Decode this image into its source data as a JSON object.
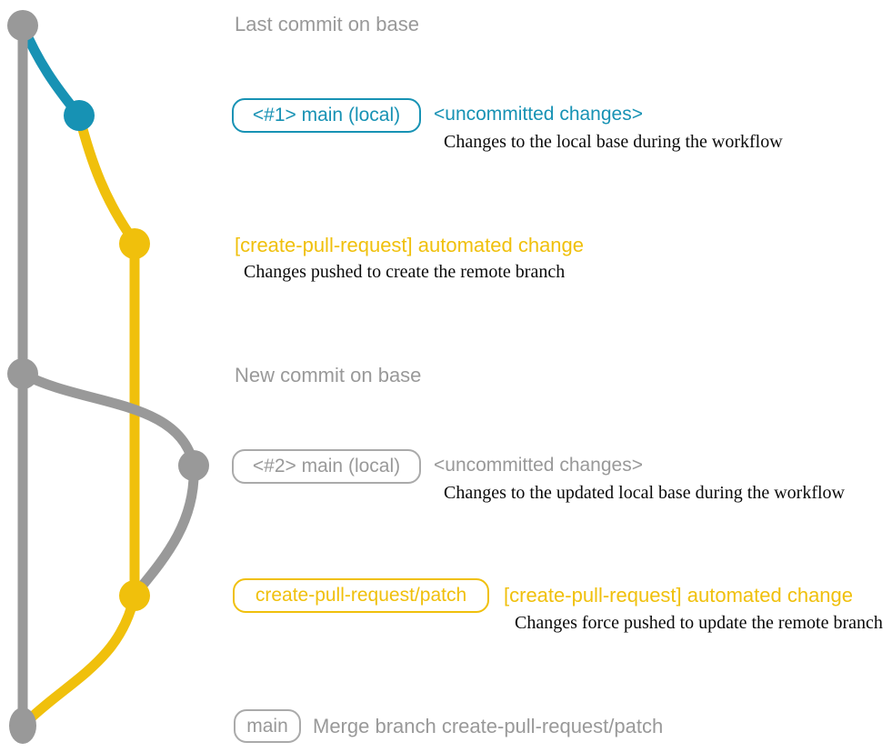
{
  "colors": {
    "gray": "#999999",
    "blue": "#1792b4",
    "yellow": "#f0c00c",
    "text_dark": "#0a0a0a",
    "background": "#ffffff"
  },
  "graph": {
    "type": "git-graph",
    "branches": [
      {
        "name": "base",
        "color": "#999999"
      },
      {
        "name": "local-main-1",
        "color": "#1792b4"
      },
      {
        "name": "create-pull-request-patch",
        "color": "#f0c00c"
      },
      {
        "name": "local-main-2",
        "color": "#999999"
      }
    ],
    "nodes": [
      {
        "id": "last-commit-on-base",
        "branch": "base",
        "color": "#999999"
      },
      {
        "id": "main-local-1",
        "branch": "local-main-1",
        "color": "#1792b4"
      },
      {
        "id": "automated-change-1",
        "branch": "create-pull-request-patch",
        "color": "#f0c00c"
      },
      {
        "id": "new-commit-on-base",
        "branch": "base",
        "color": "#999999"
      },
      {
        "id": "main-local-2",
        "branch": "local-main-2",
        "color": "#999999"
      },
      {
        "id": "automated-change-2",
        "branch": "create-pull-request-patch",
        "color": "#f0c00c"
      },
      {
        "id": "merge-commit",
        "branch": "base",
        "color": "#999999"
      }
    ]
  },
  "rows": {
    "r1": {
      "title": "Last commit on base"
    },
    "r2": {
      "pill": "<#1> main (local)",
      "status": "<uncommitted changes>",
      "desc": "Changes to the local base during the workflow"
    },
    "r3": {
      "label": "[create-pull-request] automated change",
      "desc": "Changes pushed to create the remote branch"
    },
    "r4": {
      "title": "New commit on base"
    },
    "r5": {
      "pill": "<#2> main (local)",
      "status": "<uncommitted changes>",
      "desc": "Changes to the updated local base during the workflow"
    },
    "r6": {
      "pill": "create-pull-request/patch",
      "label": "[create-pull-request] automated change",
      "desc": "Changes force pushed to update the remote branch"
    },
    "r7": {
      "pill": "main",
      "message": "Merge branch create-pull-request/patch"
    }
  }
}
